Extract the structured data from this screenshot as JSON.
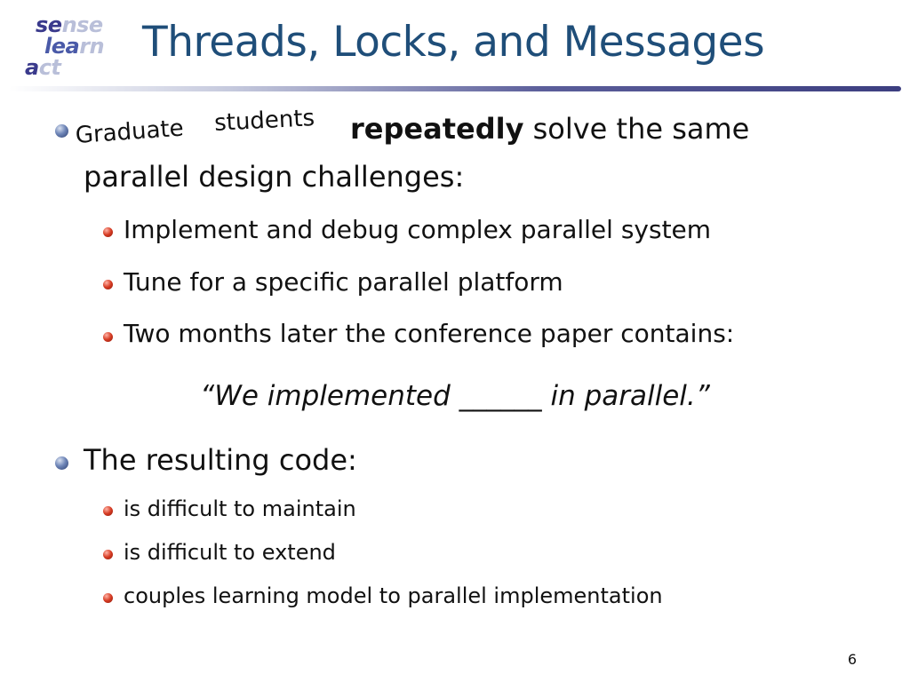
{
  "logo": {
    "line1_dark": "se",
    "line1_light": "nse",
    "line2_dark": "lea",
    "line2_light": "rn",
    "line3_dark": "a",
    "line3_light": "ct"
  },
  "title": "Threads, Locks, and Messages",
  "main_bullet": {
    "handwritten_word1": "Graduate",
    "handwritten_word2": "students",
    "bold_word": "repeatedly",
    "rest_line1": "solve the same",
    "line2": "parallel design challenges:"
  },
  "sub_bullets_1": [
    "Implement and debug complex parallel system",
    "Tune for a specific parallel platform",
    "Two months later the conference paper contains:"
  ],
  "quote": "“We implemented ______ in parallel.”",
  "second_bullet": "The resulting code:",
  "sub_bullets_2": [
    "is difficult to maintain",
    "is difficult to extend",
    "couples learning model to parallel implementation"
  ],
  "page_number": "6"
}
